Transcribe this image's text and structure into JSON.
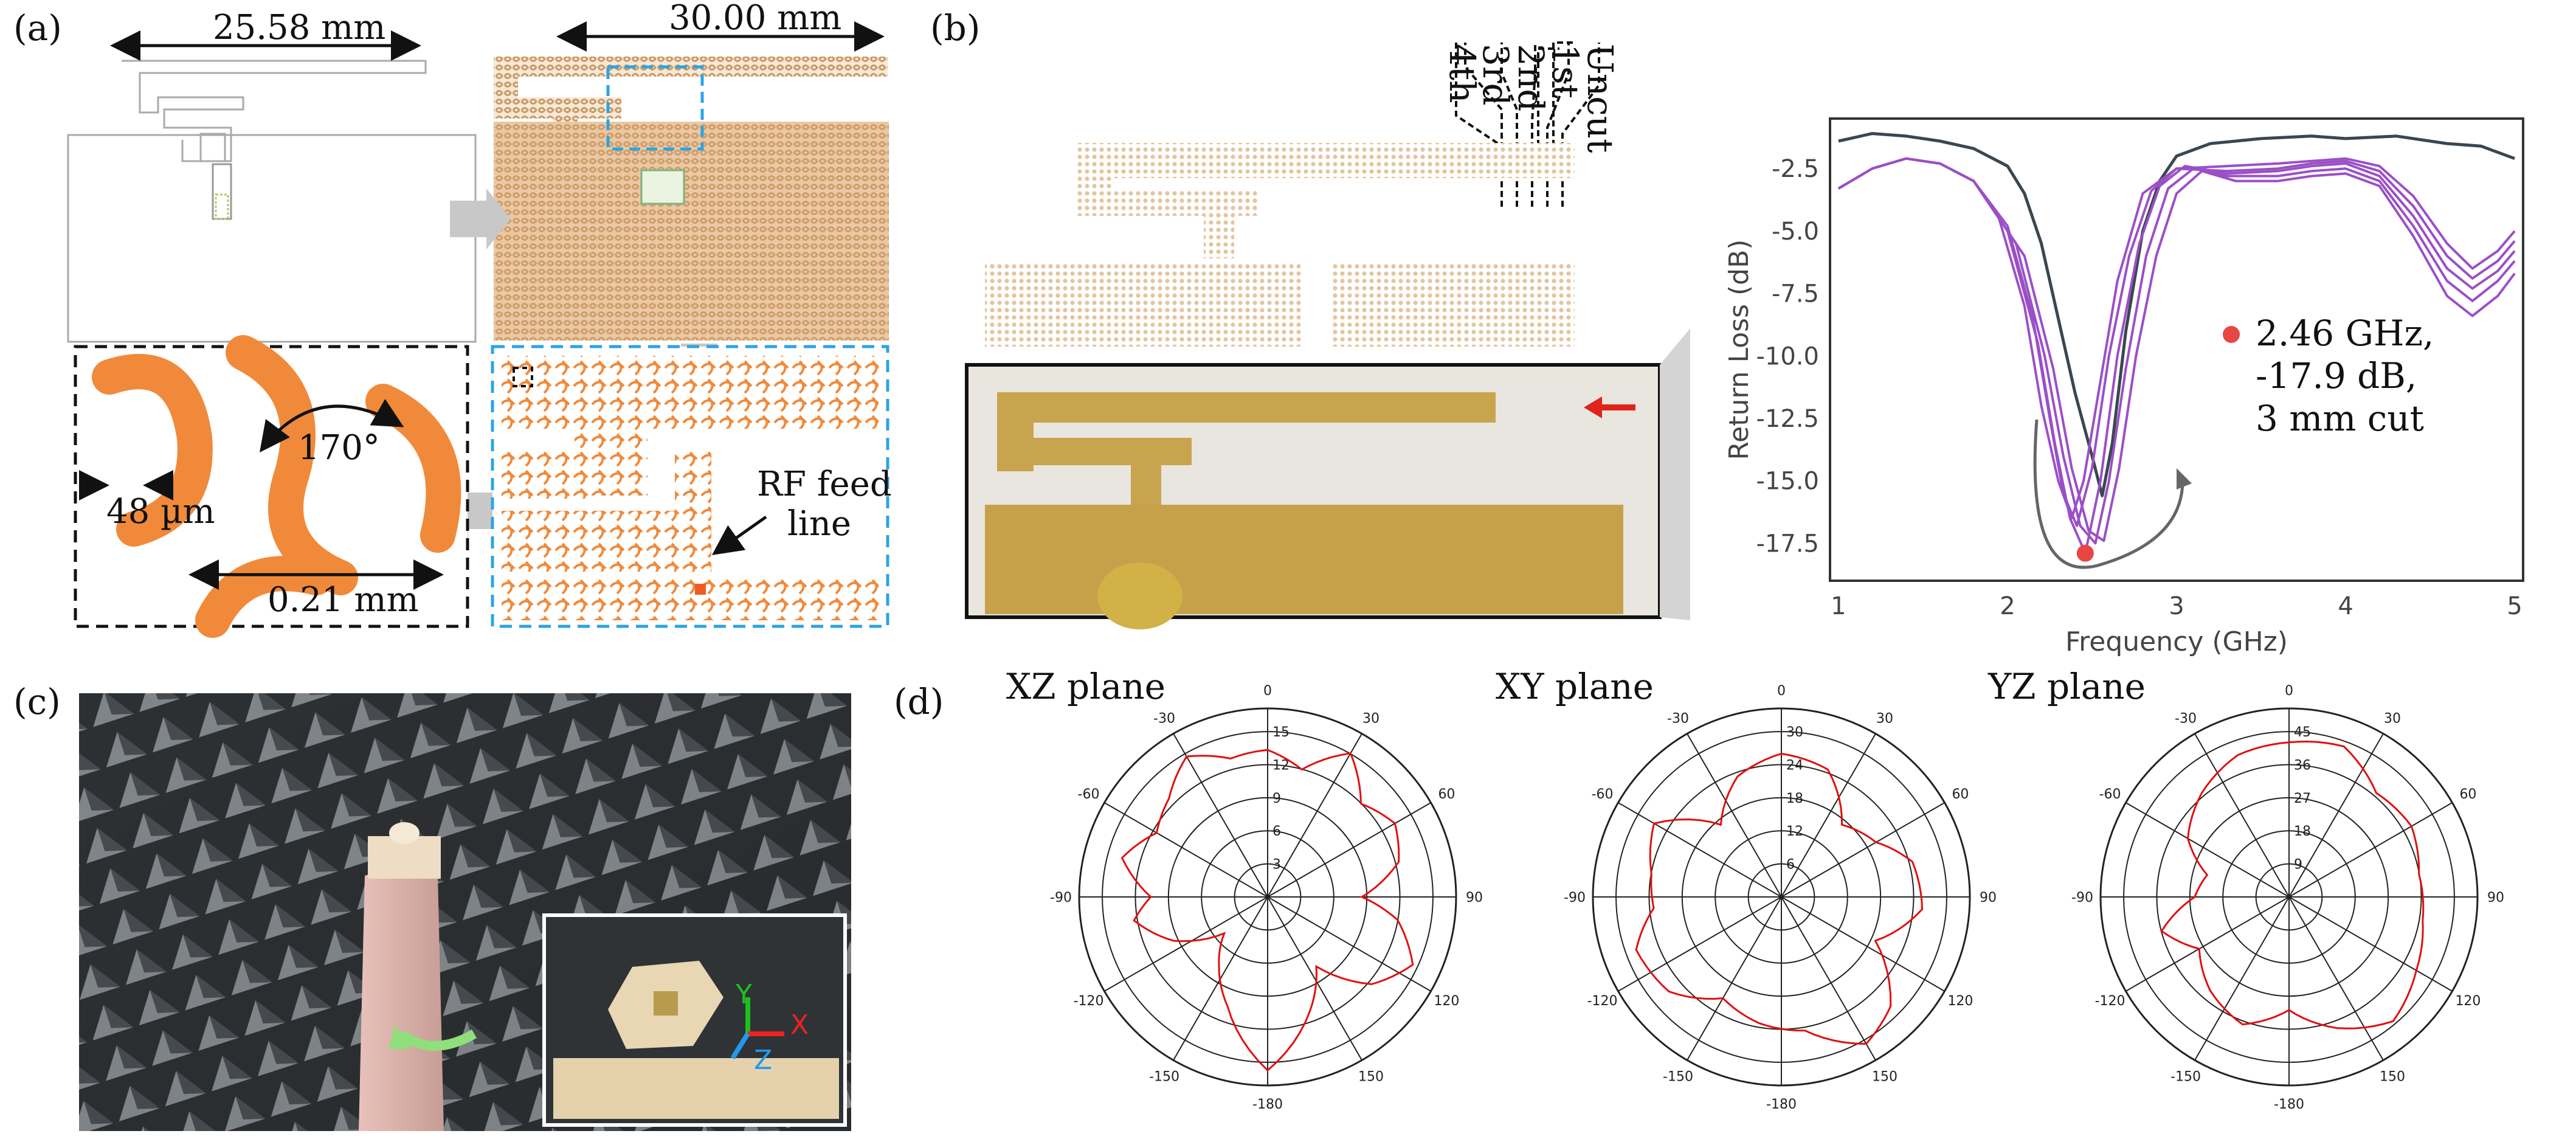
{
  "panels": {
    "a": {
      "label": "(a)",
      "dim_overall": "25.58 mm",
      "dim_patterned": "30.00 mm",
      "angle": "170°",
      "trace_width": "48 µm",
      "unit_period": "0.21 mm",
      "rf_feed_label_line1": "RF feed",
      "rf_feed_label_line2": "line"
    },
    "b": {
      "label": "(b)",
      "cut_labels": [
        "Uncut",
        "1st",
        "2nd",
        "3rd",
        "4th"
      ],
      "annotation_line1": "2.46 GHz,",
      "annotation_line2": "-17.9 dB,",
      "annotation_line3": "3 mm cut"
    },
    "c": {
      "label": "(c)",
      "axis_y": "Y",
      "axis_x": "X",
      "axis_z": "Z"
    },
    "d": {
      "label": "(d)",
      "planes": [
        {
          "title": "XZ plane",
          "radial_ticks": [
            "3",
            "6",
            "9",
            "12",
            "15"
          ]
        },
        {
          "title": "XY plane",
          "radial_ticks": [
            "6",
            "12",
            "18",
            "24",
            "30"
          ]
        },
        {
          "title": "YZ plane",
          "radial_ticks": [
            "9",
            "18",
            "27",
            "36",
            "45"
          ]
        }
      ],
      "angle_labels": [
        "0",
        "30",
        "60",
        "90",
        "120",
        "150",
        "-180",
        "-150",
        "-120",
        "-90",
        "-60",
        "-30"
      ]
    }
  },
  "chart_data": {
    "type": "line",
    "xlabel": "Frequency (GHz)",
    "ylabel": "Return Loss (dB)",
    "xlim": [
      0.95,
      5.05
    ],
    "ylim": [
      -19.0,
      -0.5
    ],
    "x_ticks": [
      1,
      2,
      3,
      4,
      5
    ],
    "x_tick_labels": [
      "1",
      "2",
      "3",
      "4",
      "5"
    ],
    "y_ticks": [
      -2.5,
      -5.0,
      -7.5,
      -10.0,
      -12.5,
      -15.0,
      -17.5
    ],
    "y_tick_labels": [
      "-2.5",
      "-5.0",
      "-7.5",
      "-10.0",
      "-12.5",
      "-15.0",
      "-17.5"
    ],
    "grid": false,
    "highlight_point": {
      "x": 2.46,
      "y": -17.9,
      "color": "#e84545"
    },
    "series": [
      {
        "color": "#3a4750",
        "points": [
          [
            1.0,
            -1.4
          ],
          [
            1.2,
            -1.1
          ],
          [
            1.4,
            -1.2
          ],
          [
            1.6,
            -1.4
          ],
          [
            1.8,
            -1.7
          ],
          [
            2.0,
            -2.4
          ],
          [
            2.1,
            -3.5
          ],
          [
            2.2,
            -5.5
          ],
          [
            2.3,
            -8.5
          ],
          [
            2.4,
            -11.5
          ],
          [
            2.5,
            -14.0
          ],
          [
            2.56,
            -15.6
          ],
          [
            2.62,
            -13.5
          ],
          [
            2.7,
            -9.0
          ],
          [
            2.8,
            -5.0
          ],
          [
            2.9,
            -3.0
          ],
          [
            3.0,
            -2.0
          ],
          [
            3.2,
            -1.5
          ],
          [
            3.5,
            -1.3
          ],
          [
            3.8,
            -1.2
          ],
          [
            4.0,
            -1.3
          ],
          [
            4.3,
            -1.2
          ],
          [
            4.6,
            -1.5
          ],
          [
            4.8,
            -1.6
          ],
          [
            5.0,
            -2.1
          ]
        ]
      },
      {
        "color": "#9b4fc7",
        "points": [
          [
            1.0,
            -3.3
          ],
          [
            1.2,
            -2.5
          ],
          [
            1.4,
            -2.1
          ],
          [
            1.6,
            -2.3
          ],
          [
            1.8,
            -3.0
          ],
          [
            1.95,
            -4.5
          ],
          [
            2.1,
            -8.0
          ],
          [
            2.2,
            -12.0
          ],
          [
            2.3,
            -15.0
          ],
          [
            2.38,
            -16.5
          ],
          [
            2.45,
            -15.0
          ],
          [
            2.55,
            -11.0
          ],
          [
            2.65,
            -7.0
          ],
          [
            2.8,
            -3.5
          ],
          [
            3.0,
            -2.5
          ],
          [
            3.3,
            -2.4
          ],
          [
            3.6,
            -2.3
          ],
          [
            3.8,
            -2.2
          ],
          [
            4.0,
            -2.1
          ],
          [
            4.2,
            -2.4
          ],
          [
            4.4,
            -3.6
          ],
          [
            4.6,
            -5.5
          ],
          [
            4.75,
            -6.5
          ],
          [
            4.9,
            -5.8
          ],
          [
            5.0,
            -5.0
          ]
        ]
      },
      {
        "color": "#9b4fc7",
        "points": [
          [
            1.0,
            -3.3
          ],
          [
            1.2,
            -2.5
          ],
          [
            1.4,
            -2.1
          ],
          [
            1.6,
            -2.3
          ],
          [
            1.8,
            -3.0
          ],
          [
            2.0,
            -4.8
          ],
          [
            2.15,
            -8.5
          ],
          [
            2.25,
            -12.5
          ],
          [
            2.33,
            -15.5
          ],
          [
            2.41,
            -16.8
          ],
          [
            2.5,
            -14.5
          ],
          [
            2.6,
            -10.0
          ],
          [
            2.72,
            -6.0
          ],
          [
            2.85,
            -3.4
          ],
          [
            3.0,
            -2.5
          ],
          [
            3.3,
            -2.6
          ],
          [
            3.6,
            -2.5
          ],
          [
            3.8,
            -2.3
          ],
          [
            4.0,
            -2.2
          ],
          [
            4.2,
            -2.6
          ],
          [
            4.4,
            -4.0
          ],
          [
            4.6,
            -6.0
          ],
          [
            4.75,
            -6.9
          ],
          [
            4.9,
            -6.2
          ],
          [
            5.0,
            -5.4
          ]
        ]
      },
      {
        "color": "#9b4fc7",
        "points": [
          [
            1.0,
            -3.3
          ],
          [
            1.2,
            -2.5
          ],
          [
            1.4,
            -2.1
          ],
          [
            1.6,
            -2.3
          ],
          [
            1.8,
            -3.0
          ],
          [
            2.0,
            -5.0
          ],
          [
            2.18,
            -9.5
          ],
          [
            2.28,
            -13.5
          ],
          [
            2.37,
            -16.5
          ],
          [
            2.46,
            -17.9
          ],
          [
            2.55,
            -15.0
          ],
          [
            2.65,
            -10.0
          ],
          [
            2.78,
            -5.5
          ],
          [
            2.9,
            -3.2
          ],
          [
            3.05,
            -2.4
          ],
          [
            3.3,
            -2.7
          ],
          [
            3.6,
            -2.6
          ],
          [
            3.8,
            -2.4
          ],
          [
            4.0,
            -2.3
          ],
          [
            4.2,
            -2.8
          ],
          [
            4.4,
            -4.4
          ],
          [
            4.6,
            -6.5
          ],
          [
            4.75,
            -7.3
          ],
          [
            4.9,
            -6.6
          ],
          [
            5.0,
            -5.8
          ]
        ]
      },
      {
        "color": "#9b4fc7",
        "points": [
          [
            1.0,
            -3.3
          ],
          [
            1.2,
            -2.5
          ],
          [
            1.4,
            -2.1
          ],
          [
            1.6,
            -2.3
          ],
          [
            1.8,
            -3.0
          ],
          [
            2.05,
            -5.5
          ],
          [
            2.22,
            -10.0
          ],
          [
            2.33,
            -14.0
          ],
          [
            2.43,
            -16.8
          ],
          [
            2.52,
            -17.5
          ],
          [
            2.6,
            -15.0
          ],
          [
            2.7,
            -10.5
          ],
          [
            2.82,
            -6.0
          ],
          [
            2.95,
            -3.3
          ],
          [
            3.1,
            -2.5
          ],
          [
            3.3,
            -2.8
          ],
          [
            3.6,
            -2.8
          ],
          [
            3.8,
            -2.6
          ],
          [
            4.0,
            -2.5
          ],
          [
            4.2,
            -3.0
          ],
          [
            4.4,
            -4.8
          ],
          [
            4.6,
            -7.0
          ],
          [
            4.75,
            -7.8
          ],
          [
            4.9,
            -7.0
          ],
          [
            5.0,
            -6.2
          ]
        ]
      },
      {
        "color": "#9b4fc7",
        "points": [
          [
            1.0,
            -3.3
          ],
          [
            1.2,
            -2.5
          ],
          [
            1.4,
            -2.1
          ],
          [
            1.6,
            -2.3
          ],
          [
            1.8,
            -3.0
          ],
          [
            2.1,
            -6.0
          ],
          [
            2.27,
            -10.5
          ],
          [
            2.38,
            -14.5
          ],
          [
            2.48,
            -17.0
          ],
          [
            2.57,
            -17.4
          ],
          [
            2.66,
            -14.5
          ],
          [
            2.76,
            -10.0
          ],
          [
            2.88,
            -6.0
          ],
          [
            3.0,
            -3.5
          ],
          [
            3.15,
            -2.6
          ],
          [
            3.35,
            -3.0
          ],
          [
            3.6,
            -3.0
          ],
          [
            3.8,
            -2.8
          ],
          [
            4.0,
            -2.7
          ],
          [
            4.2,
            -3.2
          ],
          [
            4.4,
            -5.2
          ],
          [
            4.6,
            -7.6
          ],
          [
            4.75,
            -8.4
          ],
          [
            4.9,
            -7.6
          ],
          [
            5.0,
            -6.7
          ]
        ]
      }
    ]
  }
}
